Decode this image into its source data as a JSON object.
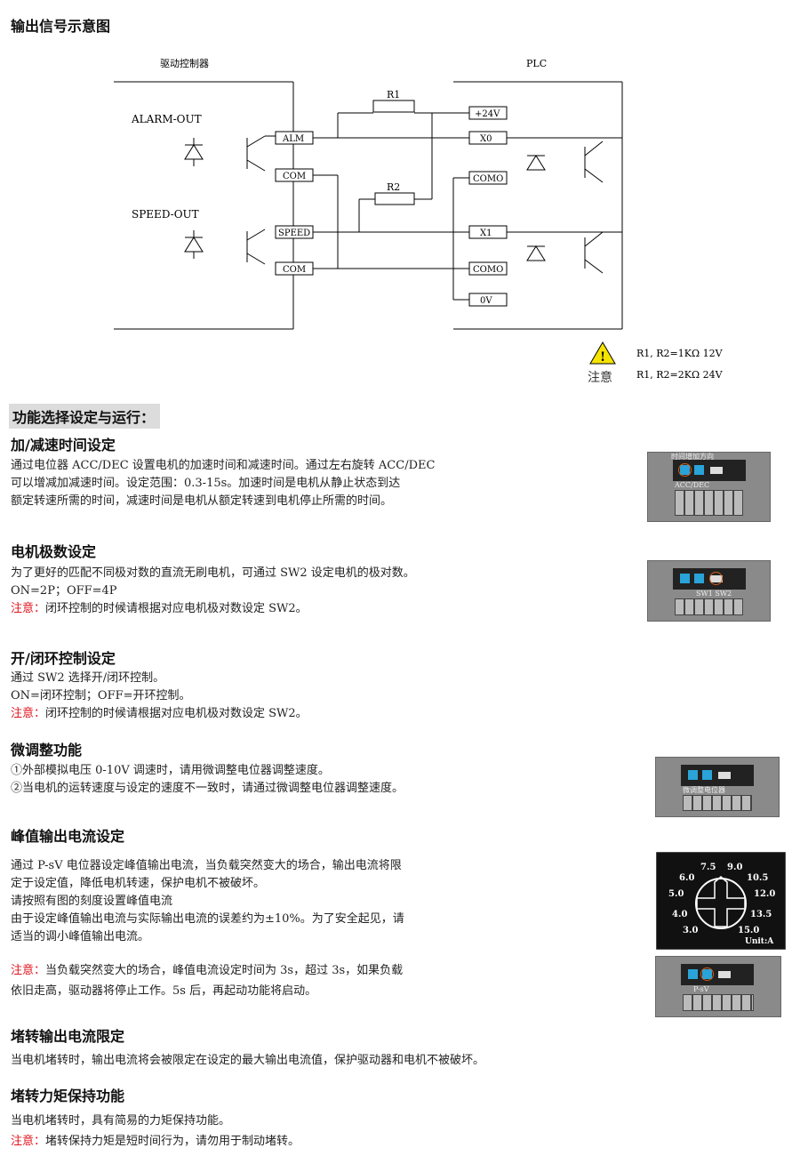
{
  "title": "输出信号示意图",
  "diagram": {
    "driver_label": "驱动控制器",
    "plc_label": "PLC",
    "alarm_out": "ALARM-OUT",
    "speed_out": "SPEED-OUT",
    "left_terminals": [
      "ALM",
      "COM",
      "SPEED",
      "COM"
    ],
    "right_terminals": [
      "+24V",
      "X0",
      "COMO",
      "X1",
      "COMO",
      "0V"
    ],
    "r1": "R1",
    "r2": "R2",
    "note_label": "注意",
    "note_lines": [
      "R1, R2=1KΩ  12V",
      "R1, R2=2KΩ  24V"
    ]
  },
  "banner": "功能选择设定与运行：",
  "sections": [
    {
      "title": "加/减速时间设定",
      "lines": [
        "通过电位器 ACC/DEC 设置电机的加速时间和减速时间。通过左右旋转 ACC/DEC",
        "可以增减加减速时间。设定范围：0.3-15s。加速时间是电机从静止状态到达",
        "额定转速所需的时间，减速时间是电机从额定转速到电机停止所需的时间。"
      ]
    },
    {
      "title": "电机极数设定",
      "lines": [
        "为了更好的匹配不同极对数的直流无刷电机，可通过 SW2 设定电机的极对数。",
        "ON=2P；OFF=4P"
      ],
      "note_label": "注意：",
      "note": "闭环控制的时候请根据对应电机极对数设定 SW2。"
    },
    {
      "title": "开/闭环控制设定",
      "lines": [
        "通过 SW2 选择开/闭环控制。",
        "ON=闭环控制；OFF=开环控制。"
      ],
      "note_label": "注意：",
      "note": "闭环控制的时候请根据对应电机极对数设定 SW2。"
    },
    {
      "title": "微调整功能",
      "lines": [
        "①外部模拟电压 0-10V 调速时，请用微调整电位器调整速度。",
        "②当电机的运转速度与设定的速度不一致时，请通过微调整电位器调整速度。"
      ]
    },
    {
      "title": "峰值输出电流设定",
      "lines": [
        "通过 P-sV 电位器设定峰值输出电流，当负载突然变大的场合，输出电流将限",
        "定于设定值，降低电机转速，保护电机不被破坏。",
        "请按照有图的刻度设置峰值电流",
        "由于设定峰值输出电流与实际输出电流的误差约为±10%。为了安全起见，请",
        "适当的调小峰值输出电流。"
      ],
      "note_label": "注意：",
      "note": "当负载突然变大的场合，峰值电流设定时间为 3s，超过 3s，如果负载",
      "note2": "依旧走高，驱动器将停止工作。5s 后，再起动功能将启动。"
    },
    {
      "title": "堵转输出电流限定",
      "lines": [
        "当电机堵转时，输出电流将会被限定在设定的最大输出电流值，保护驱动器和电机不被破坏。"
      ]
    },
    {
      "title": "堵转力矩保持功能",
      "lines": [
        "当电机堵转时，具有简易的力矩保持功能。"
      ],
      "note_label": "注意：",
      "note": "堵转保持力矩是短时间行为，请勿用于制动堵转。"
    }
  ],
  "images": {
    "accdec_top": "时间增加方向",
    "accdec_bottom": "ACC/DEC",
    "sw_label": "SW1 SW2",
    "trim_label": "微调整电位器",
    "psv_label": "P-sV",
    "dial_values": [
      "3.0",
      "4.0",
      "5.0",
      "6.0",
      "7.5",
      "9.0",
      "10.5",
      "12.0",
      "13.5",
      "15.0"
    ],
    "dial_unit": "Unit:A"
  }
}
